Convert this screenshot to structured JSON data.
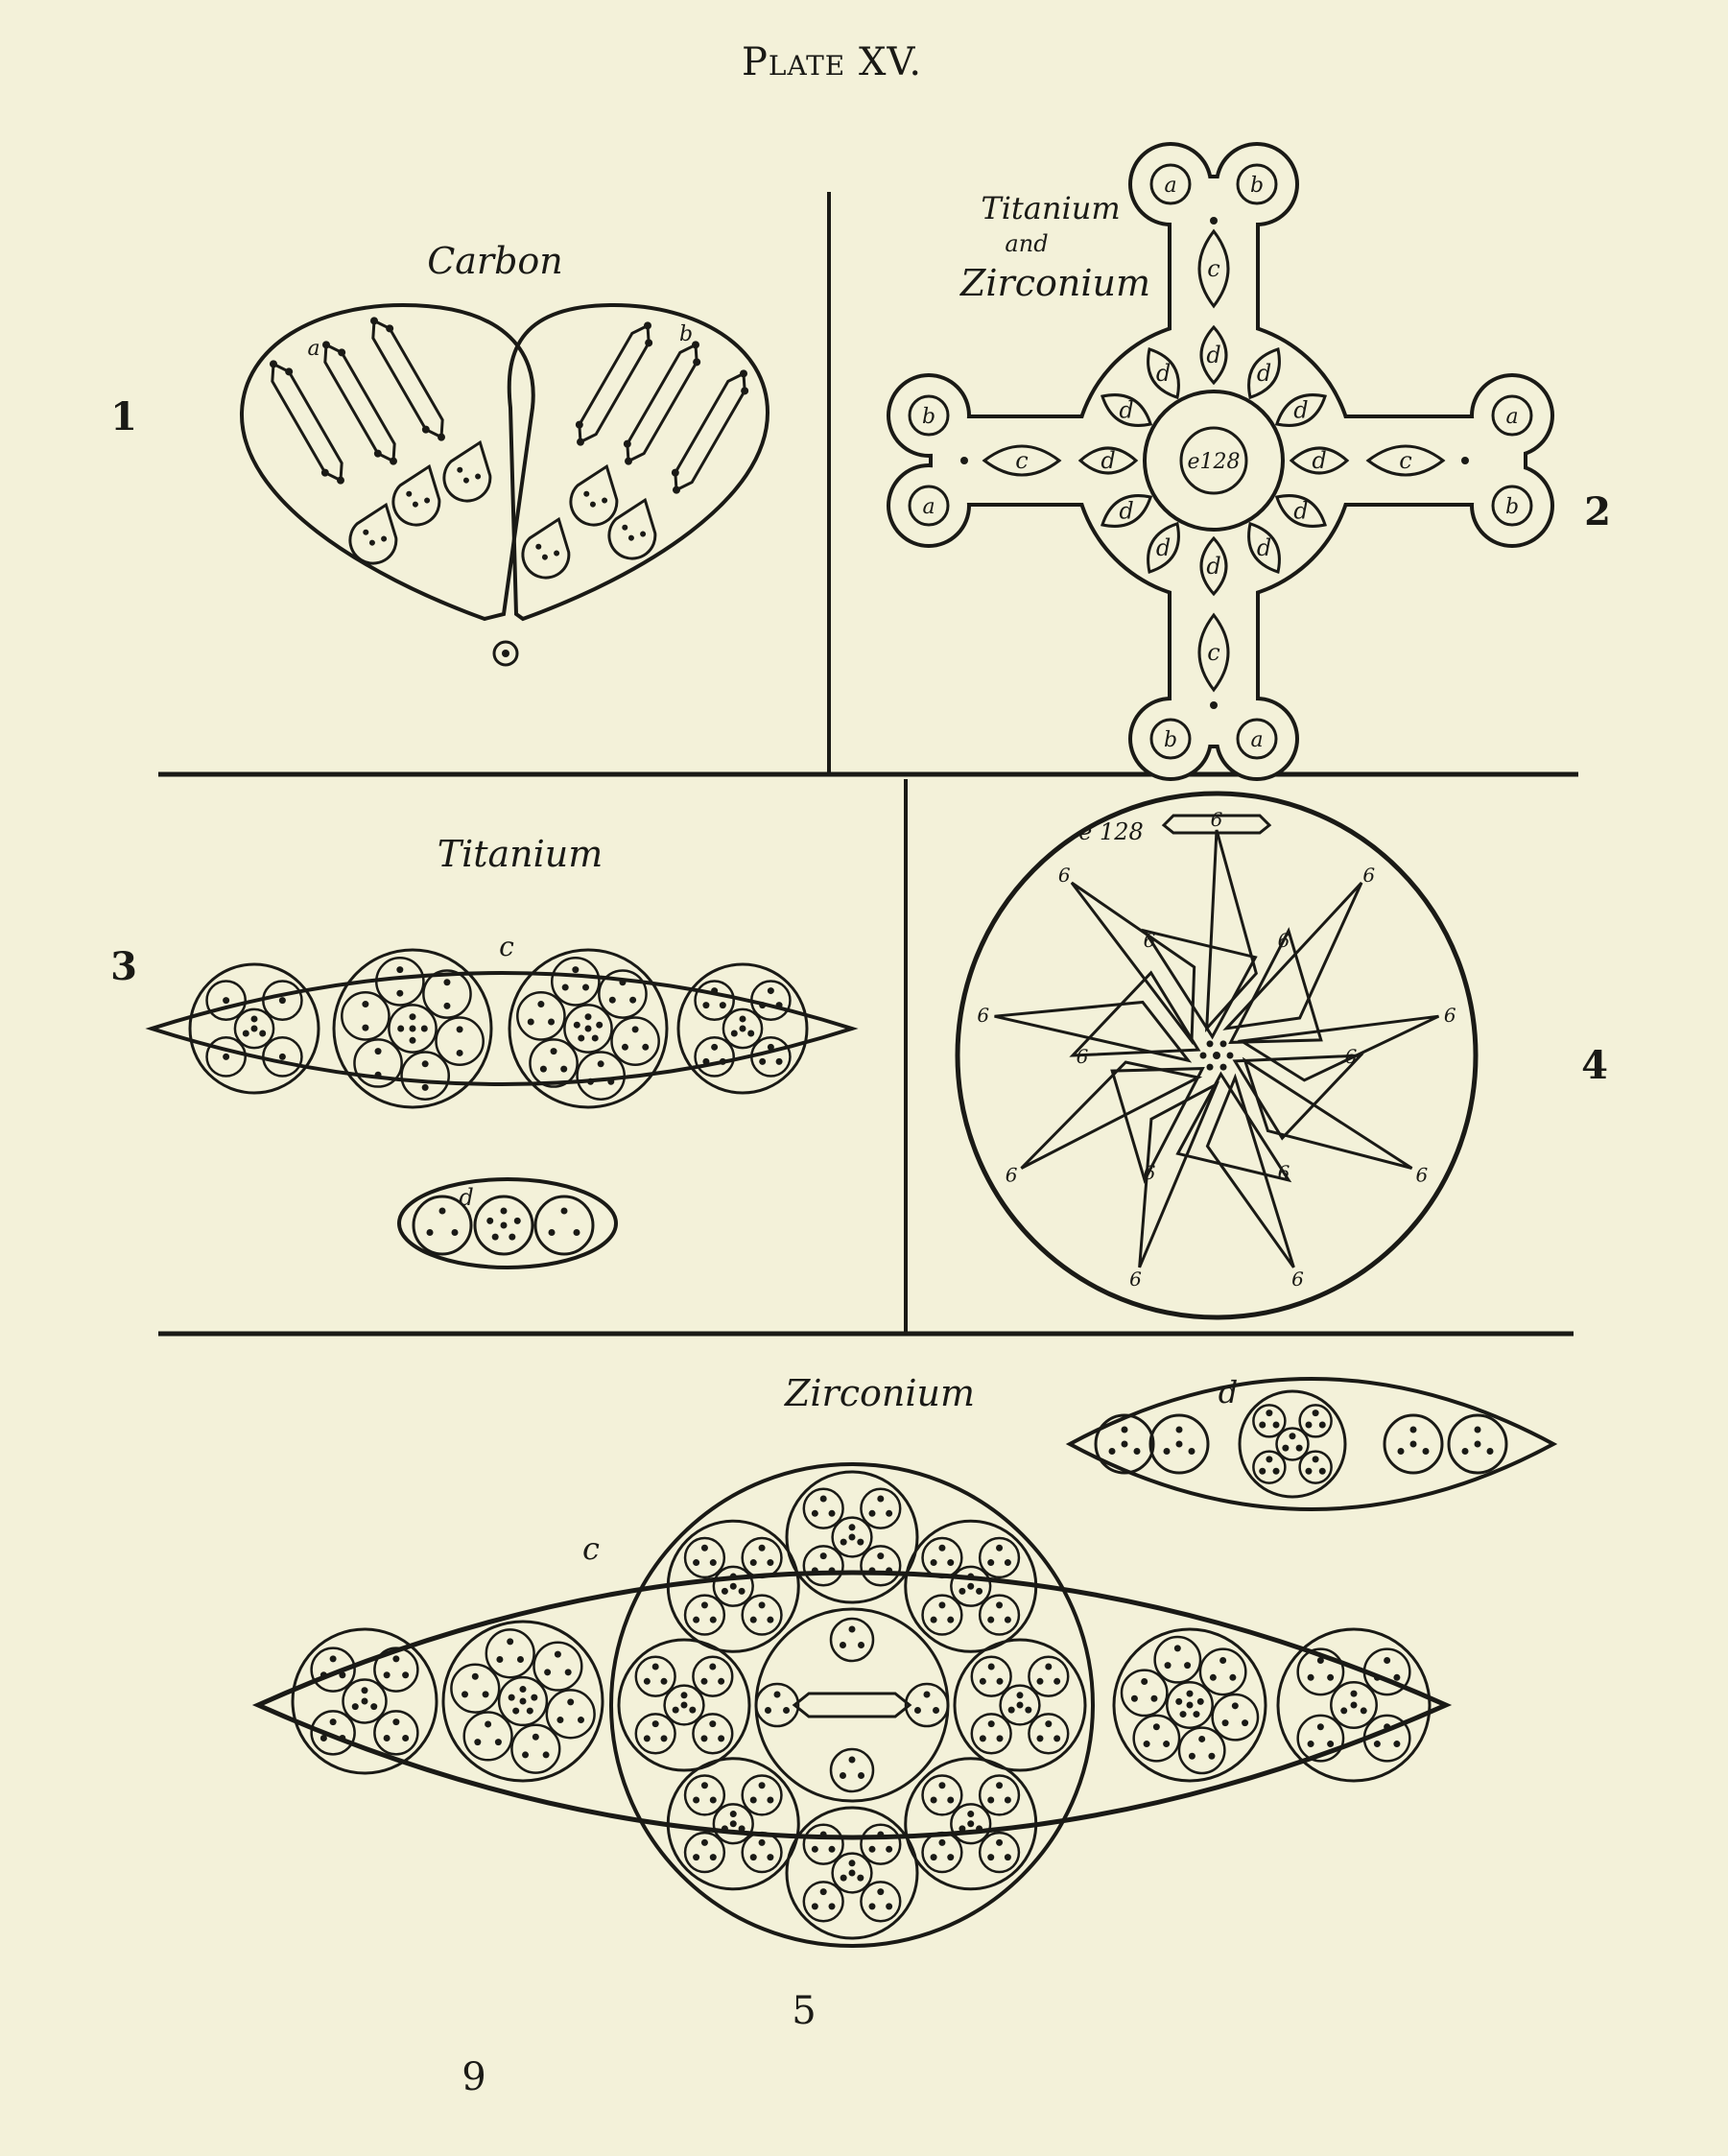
{
  "plate_title": "Plate XV.",
  "page_number": "9",
  "figures": {
    "fig1": {
      "number": "1",
      "label": "Carbon",
      "letters": [
        "a",
        "b"
      ]
    },
    "fig2": {
      "number": "2",
      "label_line1": "Titanium",
      "label_line2": "and",
      "label_line3": "Zirconium",
      "center": "e128",
      "letters": {
        "a": "a",
        "b": "b",
        "c": "c",
        "d": "d"
      }
    },
    "fig3": {
      "number": "3",
      "label": "Titanium",
      "letters": {
        "c": "c",
        "d": "d"
      }
    },
    "fig4": {
      "number": "4",
      "center": "e 128",
      "tip": "6"
    },
    "fig5": {
      "number": "5",
      "label": "Zirconium",
      "letters": {
        "c": "c",
        "d": "d"
      }
    }
  },
  "colors": {
    "paper": "#f3f1d9",
    "ink": "#1a1a16"
  }
}
